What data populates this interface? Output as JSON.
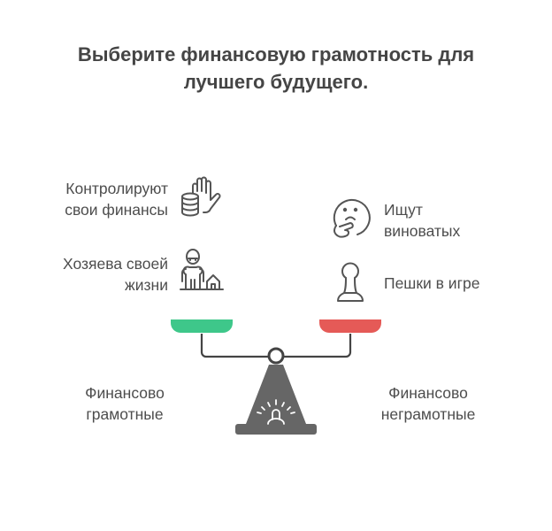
{
  "title": {
    "line1": "Выберите финансовую грамотность для",
    "line2": "лучшего будущего."
  },
  "left_side": {
    "pan_color": "#3ec78a",
    "label_line1": "Финансово",
    "label_line2": "грамотные",
    "items": [
      {
        "icon": "hand-coins-icon",
        "line1": "Контролируют",
        "line2": "свои финансы"
      },
      {
        "icon": "person-house-icon",
        "line1": "Хозяева своей",
        "line2": "жизни"
      }
    ]
  },
  "right_side": {
    "pan_color": "#e55a57",
    "label_line1": "Финансово",
    "label_line2": "неграмотные",
    "items": [
      {
        "icon": "thinking-face-icon",
        "line1": "Ищут",
        "line2": "виноватых"
      },
      {
        "icon": "pawn-icon",
        "line1": "Пешки в игре",
        "line2": ""
      }
    ]
  },
  "scale": {
    "body_color": "#666666",
    "beam_color": "#444444"
  }
}
